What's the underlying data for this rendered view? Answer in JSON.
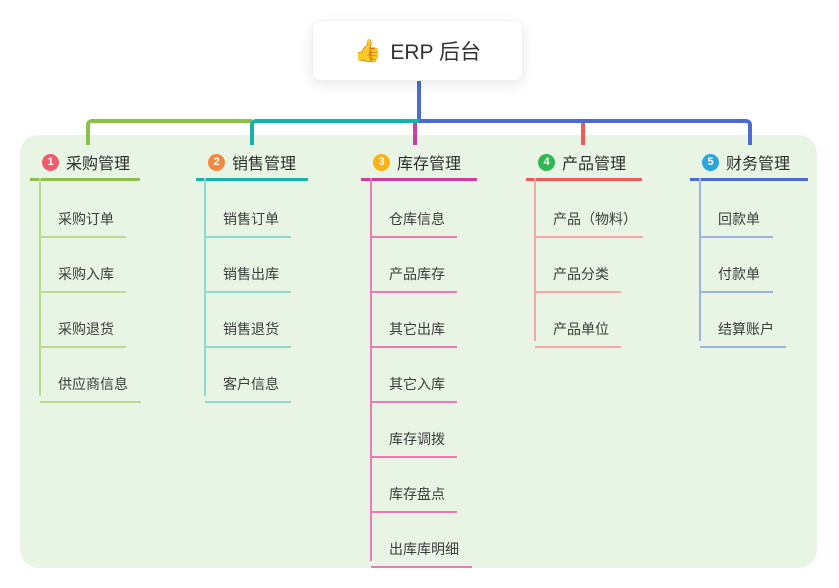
{
  "root": {
    "icon": "thumbs-up-icon",
    "emoji": "👍",
    "label": "ERP 后台"
  },
  "colors": {
    "panel_bg": "#e9f5e4",
    "root_stem_blue": "#4a6ad5",
    "branch_purchase_green": "#8cc04b",
    "branch_purchase_light": "#b9dd90",
    "branch_sales_teal": "#17b3a8",
    "branch_sales_light": "#8fd9d2",
    "branch_inventory_magenta": "#d23a9e",
    "branch_inventory_light": "#f078b6",
    "branch_product_red": "#f25a58",
    "branch_product_light": "#f8a6a3",
    "branch_finance_blue": "#4a69d2",
    "branch_finance_light": "#9db3e6",
    "badge_1": "#f25b69",
    "badge_2": "#f6883e",
    "badge_3": "#fbb216",
    "badge_4": "#2eb84e",
    "badge_5": "#2ba6dd"
  },
  "branches": [
    {
      "badge": "1",
      "label": "采购管理",
      "children": [
        "采购订单",
        "采购入库",
        "采购退货",
        "供应商信息"
      ]
    },
    {
      "badge": "2",
      "label": "销售管理",
      "children": [
        "销售订单",
        "销售出库",
        "销售退货",
        "客户信息"
      ]
    },
    {
      "badge": "3",
      "label": "库存管理",
      "children": [
        "仓库信息",
        "产品库存",
        "其它出库",
        "其它入库",
        "库存调拨",
        "库存盘点",
        "出库库明细"
      ]
    },
    {
      "badge": "4",
      "label": "产品管理",
      "children": [
        "产品（物料）",
        "产品分类",
        "产品单位"
      ]
    },
    {
      "badge": "5",
      "label": "财务管理",
      "children": [
        "回款单",
        "付款单",
        "结算账户"
      ]
    }
  ]
}
